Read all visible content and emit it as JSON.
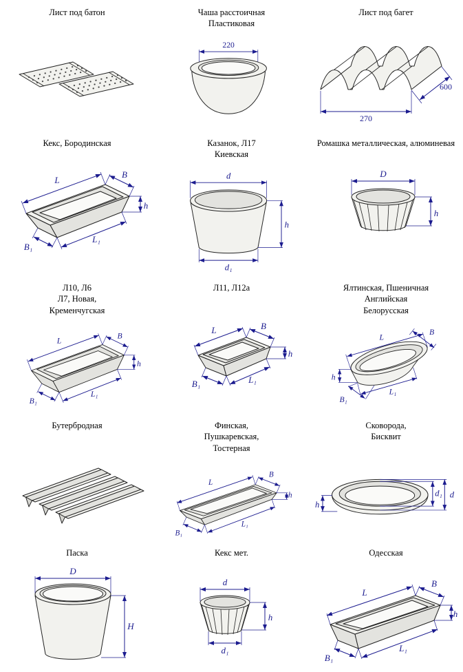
{
  "colors": {
    "dimension": "#1c1c8f",
    "outline": "#222222",
    "fill_light": "#f2f2ee"
  },
  "items": [
    {
      "title": [
        "Лист под батон"
      ],
      "labels": {}
    },
    {
      "title": [
        "Чаша расстоичная",
        "Пластиковая"
      ],
      "labels": {
        "d": "220"
      }
    },
    {
      "title": [
        "Лист под багет"
      ],
      "labels": {
        "width": "270",
        "length": "600"
      }
    },
    {
      "title": [
        "Кекс, Бородинская"
      ],
      "labels": {
        "L": "L",
        "B": "B",
        "h": "h",
        "L1": "L₁",
        "B1": "B₁"
      }
    },
    {
      "title": [
        "Казанок, Л17",
        "Киевская"
      ],
      "labels": {
        "d": "d",
        "h": "h",
        "d1": "d₁"
      }
    },
    {
      "title": [
        "Ромашка металлическая, алюминевая"
      ],
      "labels": {
        "D": "D",
        "h": "h"
      }
    },
    {
      "title": [
        "Л10, Л6",
        "Л7, Новая,",
        "Кременчугская"
      ],
      "labels": {
        "L": "L",
        "B": "B",
        "h": "h",
        "L1": "L₁",
        "B1": "B₁"
      }
    },
    {
      "title": [
        "Л11, Л12а"
      ],
      "labels": {
        "L": "L",
        "B": "B",
        "h": "h",
        "L1": "L₁",
        "B1": "B₁"
      }
    },
    {
      "title": [
        "Ялтинская, Пшеничная",
        "Английская",
        "Белорусская"
      ],
      "labels": {
        "L": "L",
        "B": "B",
        "h": "h",
        "L1": "L₁",
        "B1": "B₁"
      }
    },
    {
      "title": [
        "Бутербродная"
      ],
      "labels": {}
    },
    {
      "title": [
        "Финская,",
        "Пушкаревская,",
        "Тостерная"
      ],
      "labels": {
        "L": "L",
        "B": "B",
        "h": "h",
        "L1": "L₁",
        "B1": "B₁"
      }
    },
    {
      "title": [
        "Сковорода,",
        "Бисквит"
      ],
      "labels": {
        "d": "d",
        "d1": "d₁",
        "h": "h"
      }
    },
    {
      "title": [
        "Паска"
      ],
      "labels": {
        "D": "D",
        "H": "H"
      }
    },
    {
      "title": [
        "Кекс мет."
      ],
      "labels": {
        "d": "d",
        "h": "h",
        "d1": "d₁"
      }
    },
    {
      "title": [
        "Одесская"
      ],
      "labels": {
        "L": "L",
        "B": "B",
        "h": "h",
        "L1": "L₁",
        "B1": "B₁"
      }
    }
  ]
}
